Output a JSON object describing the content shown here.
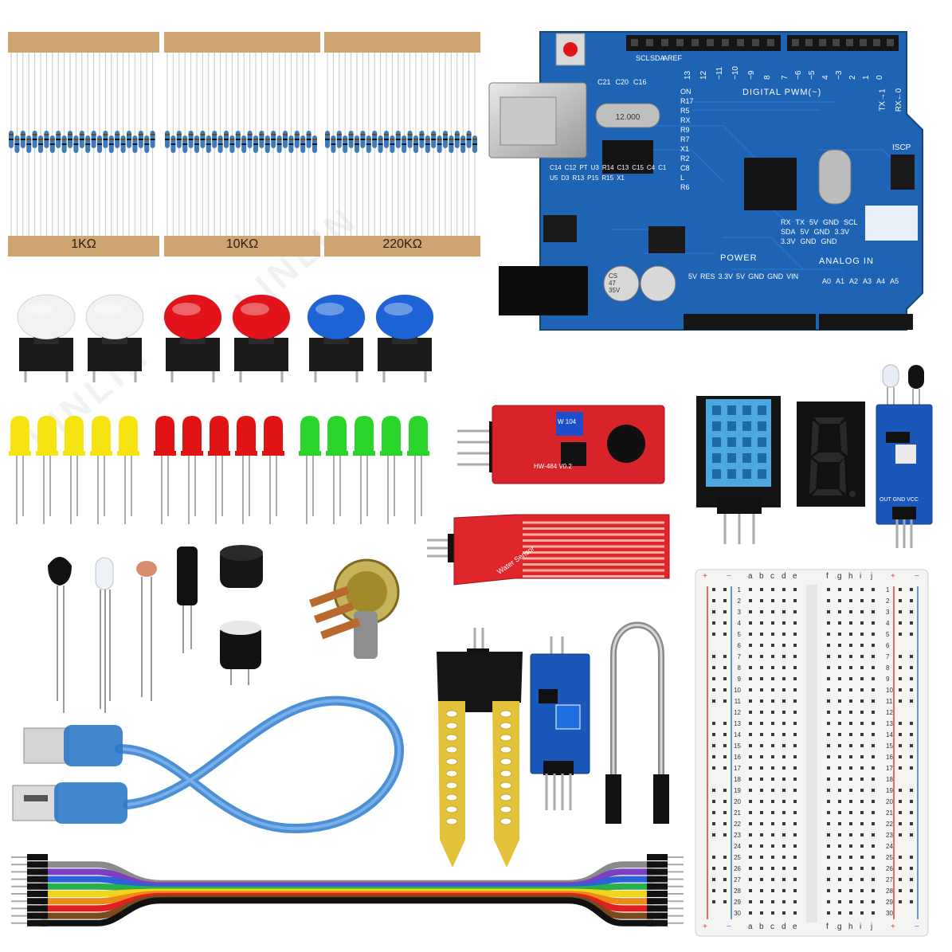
{
  "resistors": [
    {
      "value": "1KΩ"
    },
    {
      "value": "10KΩ"
    },
    {
      "value": "220KΩ"
    }
  ],
  "arduino": {
    "digital_label": "DIGITAL PWM(~)",
    "tx_label": "TX→1",
    "rx_label": "RX←0",
    "iscp_label": "ISCP",
    "power_label": "POWER",
    "analog_label": "ANALOG IN",
    "aref": "AREF",
    "scl": "SCL",
    "sda": "SDA",
    "crystal": "12.000",
    "digital_pins": [
      "13",
      "12",
      "~11",
      "~10",
      "~9",
      "8",
      "7",
      "~6",
      "~5",
      "4",
      "~3",
      "2",
      "1",
      "0"
    ],
    "power_pins": [
      "5V",
      "RES",
      "3.3V",
      "5V",
      "GND",
      "GND",
      "VIN"
    ],
    "analog_pins": [
      "A0",
      "A1",
      "A2",
      "A3",
      "A4",
      "A5"
    ],
    "caps": [
      "C21",
      "C20",
      "C16"
    ],
    "onboard": [
      "ON",
      "R17",
      "R5",
      "RX",
      "R9",
      "R7",
      "X1",
      "R2",
      "C8",
      "L",
      "R6"
    ],
    "misc": [
      "C14",
      "C12",
      "PT",
      "U3",
      "R14",
      "C13",
      "C15",
      "C4",
      "C1",
      "U5",
      "D3",
      "R13",
      "P15",
      "R15",
      "X1"
    ],
    "header_right": [
      "RX",
      "TX",
      "5V",
      "GND",
      "SCL",
      "SDA",
      "5V",
      "GND",
      "3.3V",
      "3.3V",
      "GND",
      "GND"
    ],
    "cap_text": [
      "CS",
      "47",
      "35V"
    ]
  },
  "sound_sensor": {
    "model": "HW-484 V0.2",
    "pot": "W 104"
  },
  "water_sensor": {
    "label": "Water Sensor"
  },
  "ir_module": {
    "pins": "OUT GND VCC"
  },
  "breadboard": {
    "cols_left": [
      "a",
      "b",
      "c",
      "d",
      "e"
    ],
    "cols_right": [
      "f",
      "g",
      "h",
      "i",
      "j"
    ],
    "rows": 30,
    "plus": "+",
    "minus": "−"
  },
  "colors": {
    "pcb_blue": "#1d5fae",
    "resistor_tape": "#cda472",
    "red": "#e3131b",
    "blue_cap": "#1e63d6",
    "led_yellow": "#f5e312",
    "led_red": "#e01414",
    "led_green": "#2ad42a"
  }
}
